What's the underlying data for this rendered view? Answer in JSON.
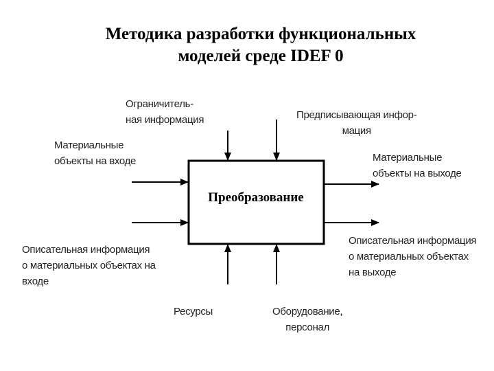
{
  "title": {
    "line1": "Методика разработки функциональных",
    "line2": "моделей среде IDEF 0"
  },
  "box": {
    "label": "Преобразование"
  },
  "labels": {
    "control_left": [
      "Ограничитель-",
      "ная информация"
    ],
    "control_right": [
      "Предписывающая инфор-",
      "мация"
    ],
    "input_material": [
      "Материальные",
      "объекты на входе"
    ],
    "output_material": [
      "Материальные",
      "объекты на выходе"
    ],
    "input_info": [
      "Описательная   информация",
      "о материальных объектах на",
      "входе"
    ],
    "output_info": [
      "Описательная   информация",
      "о материальных объектах",
      "на выходе"
    ],
    "mechanism_resources": [
      "Ресурсы"
    ],
    "mechanism_equipment": [
      "Оборудование,",
      "персонал"
    ]
  }
}
